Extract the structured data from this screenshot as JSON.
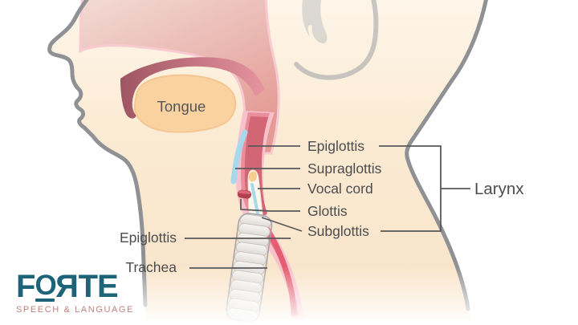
{
  "diagram": {
    "tongue_label": "Tongue",
    "right_labels": [
      {
        "name": "epiglottis",
        "label": "Epiglottis"
      },
      {
        "name": "supraglottis",
        "label": "Supraglottis"
      },
      {
        "name": "vocal-cord",
        "label": "Vocal cord"
      },
      {
        "name": "glottis",
        "label": "Glottis"
      },
      {
        "name": "subglottis",
        "label": "Subglottis"
      }
    ],
    "group_label": "Larynx",
    "left_labels": [
      {
        "name": "epiglottis-left",
        "label": "Epiglottis"
      },
      {
        "name": "trachea",
        "label": "Trachea"
      }
    ]
  },
  "logo": {
    "letters": [
      "F",
      "O",
      "R",
      "T",
      "E"
    ],
    "tagline": "SPEECH & LANGUAGE",
    "brand_color": "#1E6478",
    "tagline_color": "#C2807C"
  },
  "colors": {
    "outline_gray": "#8F9194",
    "ear_gray": "#B5B5B5",
    "leader_line": "#58585A",
    "label_text": "#4B4C4E",
    "skin_light": "#FEF6EA",
    "skin_deep": "#F9E3C8",
    "nasal_pink": "#E7A29C",
    "palate_dark": "#9E5562",
    "throat_outer_pink": "#F8C2CD",
    "throat_mid_pink": "#EA8E9B",
    "throat_dark_red": "#D26674",
    "epiglottis_blue": "#A8D8EC",
    "vestibule_cream": "#FDF7EB",
    "vocal_tip_orange": "#F7CC8D",
    "glottis_red": "#B2404F",
    "trachea_fill": "#F2F0ED",
    "esophagus_red": "#E4586C",
    "tongue_fill": "#F9D2A0"
  }
}
